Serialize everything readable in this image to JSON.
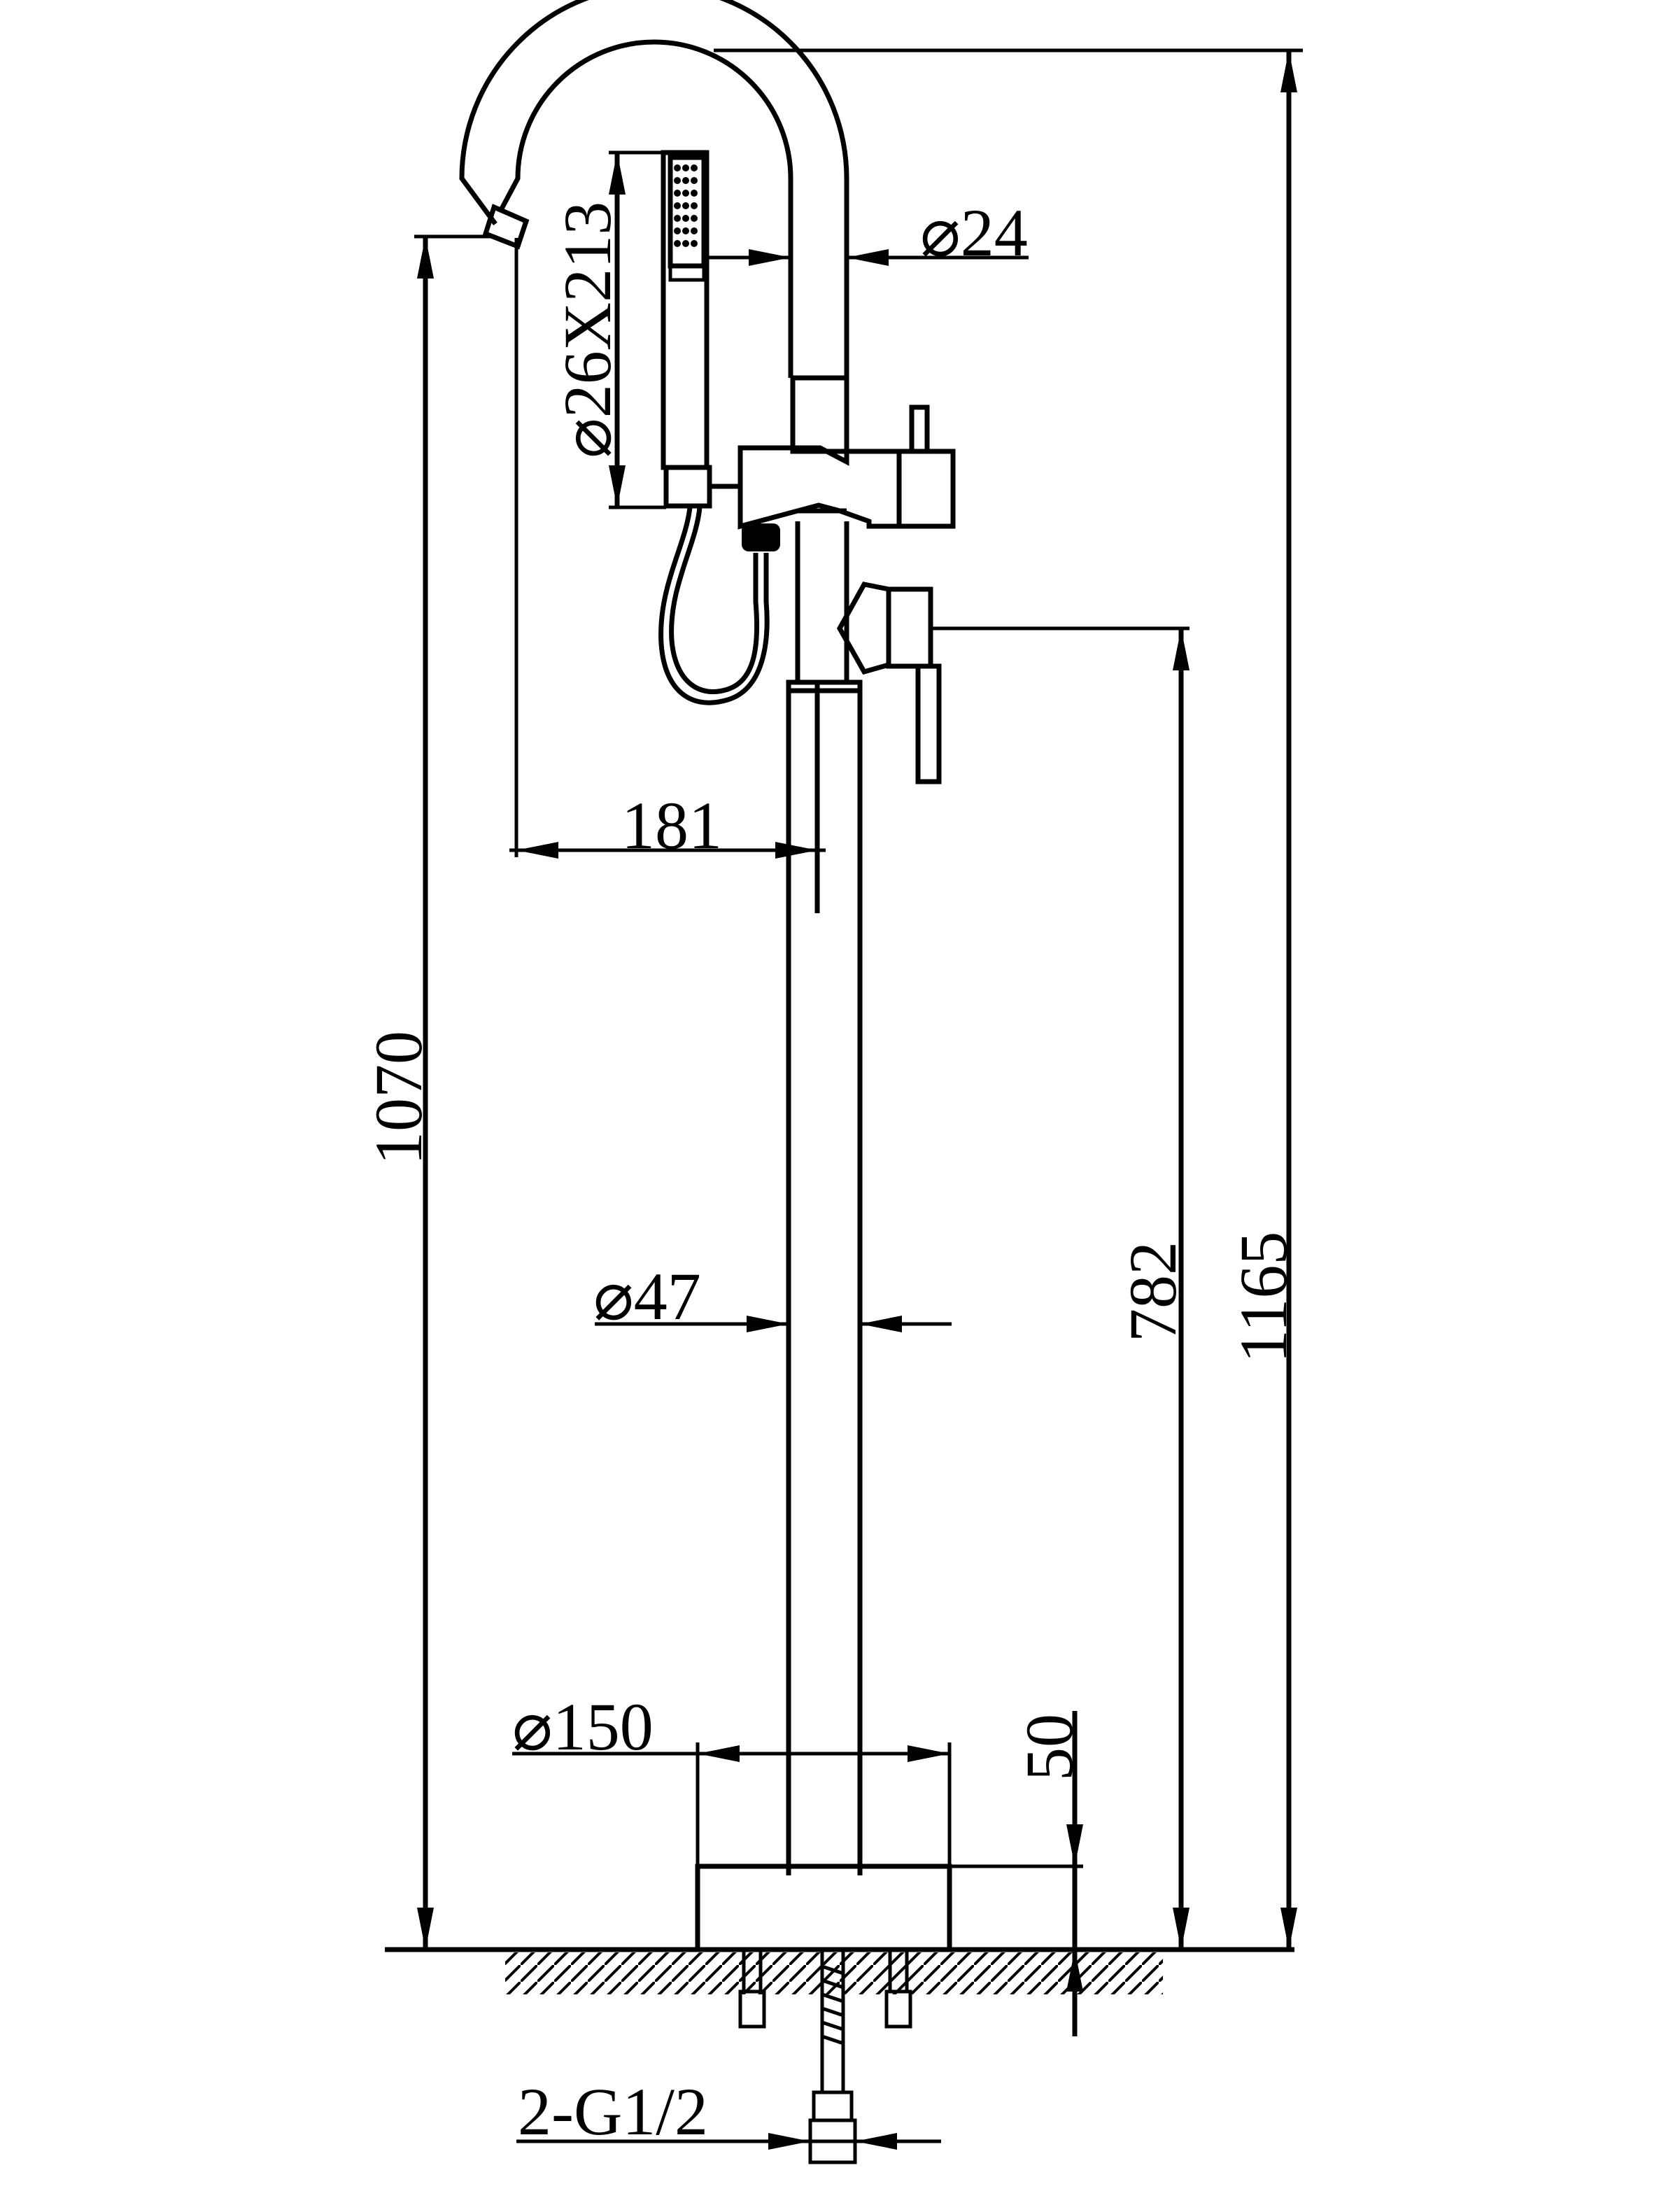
{
  "dimensions": {
    "overall_height": "1165",
    "spout_height": "1070",
    "handle_height": "782",
    "spout_reach": "181",
    "spout_diameter": "⌀24",
    "handshower_size": "⌀26X213",
    "column_diameter": "⌀47",
    "base_diameter": "⌀150",
    "base_height": "50",
    "inlet_connection": "2-G1/2"
  },
  "colors": {
    "line": "#000000",
    "background": "#ffffff"
  }
}
